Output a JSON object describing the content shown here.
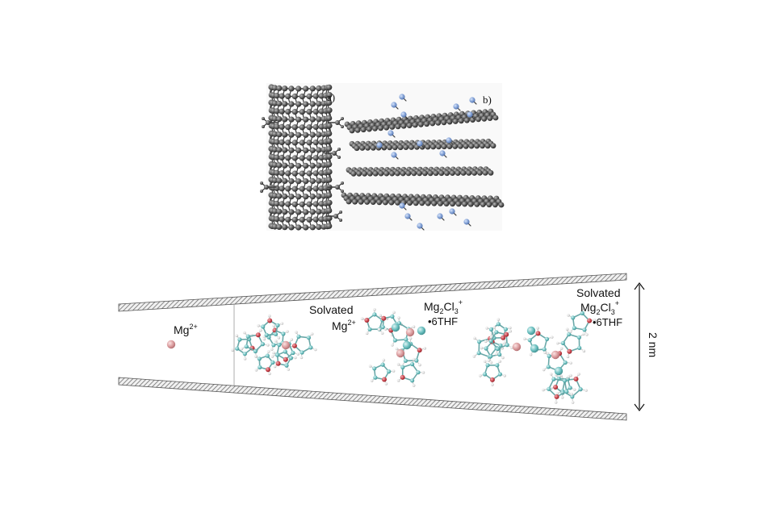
{
  "figure": {
    "panel_a": "a)",
    "panel_b": "b)",
    "labels": {
      "mg_ion": {
        "base": "Mg",
        "sup": "2+"
      },
      "solvated_mg": {
        "line1": "Solvated",
        "base": "Mg",
        "sup": "2+"
      },
      "cluster": {
        "base": "Mg",
        "sub1": "2",
        "mid": "Cl",
        "sub2": "3",
        "sup": "+",
        "line2": "•6THF"
      },
      "solvated_cluster": {
        "line1": "Solvated",
        "base": "Mg",
        "sub1": "2",
        "mid": "Cl",
        "sub2": "3",
        "sup": "+",
        "line2": "•6THF"
      }
    },
    "scale_label": "2 nm",
    "colors": {
      "carbon": "#4b4b4b",
      "nitrogen": "#7f9ed4",
      "magnesium": "#d99a9c",
      "oxygen": "#c8424a",
      "chlorine": "#67bdbd",
      "hydrogen": "#e9e9e9",
      "channel_wall": "#7a7a7a"
    }
  }
}
